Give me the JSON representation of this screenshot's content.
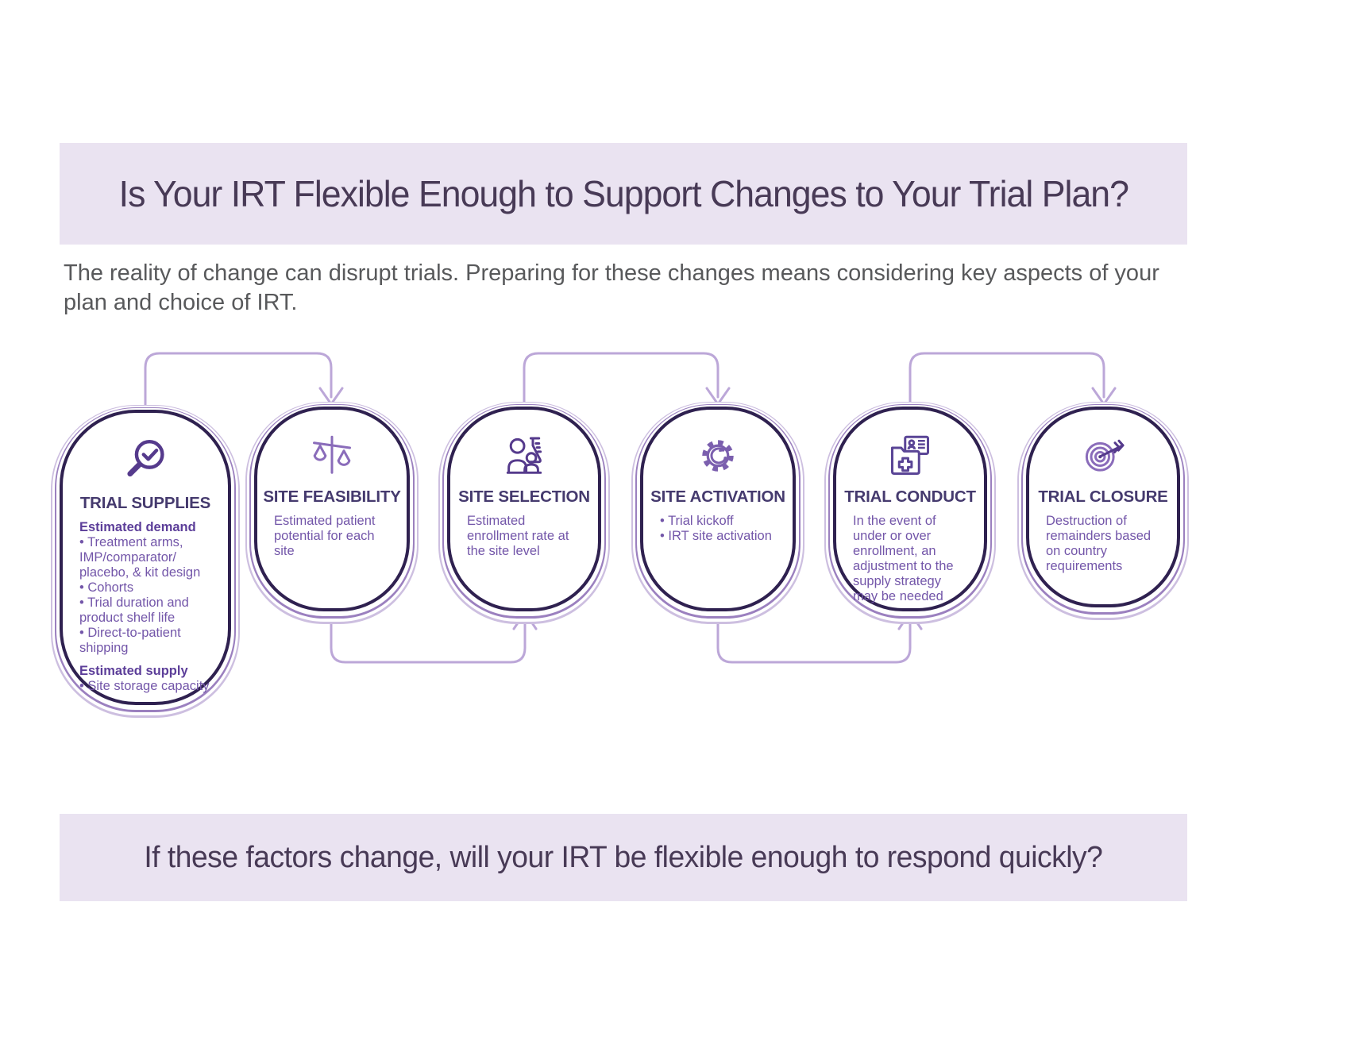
{
  "header": {
    "title": "Is Your IRT Flexible Enough to Support Changes to Your Trial Plan?"
  },
  "intro": {
    "text": "The reality of change can disrupt trials. Preparing for these changes means considering key aspects of your plan and choice of IRT."
  },
  "cards": [
    {
      "title": "TRIAL SUPPLIES",
      "icon": "magnifier-check-icon",
      "sections": [
        {
          "lead": "Estimated demand",
          "bullets": [
            "Treatment arms, IMP/comparator/ placebo, & kit design",
            "Cohorts",
            "Trial duration and product shelf life",
            "Direct-to-patient shipping"
          ]
        },
        {
          "lead": "Estimated supply",
          "bullets": [
            "Site storage capacity"
          ]
        }
      ]
    },
    {
      "title": "SITE FEASIBILITY",
      "icon": "balance-scales-icon",
      "sections": [
        {
          "text": "Estimated patient potential for each site"
        }
      ]
    },
    {
      "title": "SITE SELECTION",
      "icon": "researchers-flask-icon",
      "sections": [
        {
          "text": "Estimated enrollment rate at the site level"
        }
      ]
    },
    {
      "title": "SITE ACTIVATION",
      "icon": "gear-icon",
      "sections": [
        {
          "bullets": [
            "Trial kickoff",
            "IRT site activation"
          ]
        }
      ]
    },
    {
      "title": "TRIAL CONDUCT",
      "icon": "medical-folder-icon",
      "sections": [
        {
          "text": "In the event of under or over enrollment, an adjustment to the supply strategy may be needed"
        }
      ]
    },
    {
      "title": "TRIAL CLOSURE",
      "icon": "target-arrow-icon",
      "sections": [
        {
          "text": "Destruction of remainders based on country requirements"
        }
      ]
    }
  ],
  "footer": {
    "text": "If these factors change, will your IRT be flexible enough to respond quickly?"
  },
  "colors": {
    "banner_bg": "#eae3f1",
    "banner_text": "#483a56",
    "intro_text": "#58595b",
    "card_border_dark": "#2f2150",
    "card_ring_mid": "#9b80bf",
    "card_ring_light": "#cdbfe0",
    "card_title": "#453a6e",
    "card_lead": "#5c3e99",
    "card_body": "#7356a9",
    "connector": "#bca7d8",
    "icon_dark_purple": "#553a8c",
    "icon_light_purple": "#8a6cba"
  }
}
